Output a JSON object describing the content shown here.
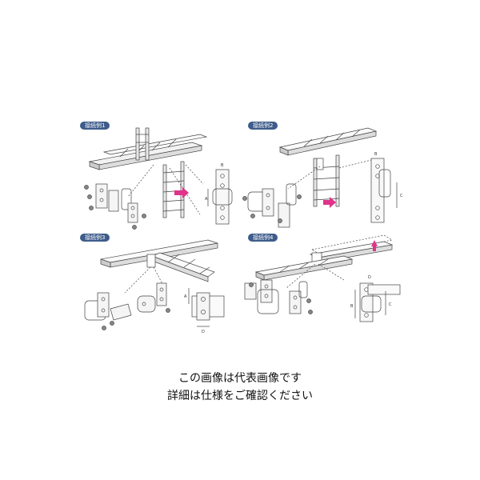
{
  "panels": [
    {
      "label": "接続例1"
    },
    {
      "label": "接続例2"
    },
    {
      "label": "接続例3"
    },
    {
      "label": "接続例4"
    }
  ],
  "caption": {
    "line1": "この画像は代表画像です",
    "line2": "詳細は仕様をご確認ください"
  },
  "dimensions": {
    "a": "A",
    "b": "B",
    "c": "C",
    "d": "D"
  },
  "colors": {
    "label_bg": "#3e5c8a",
    "arrow": "#e0338a",
    "line": "#444444",
    "fill": "#f2f2f2"
  }
}
